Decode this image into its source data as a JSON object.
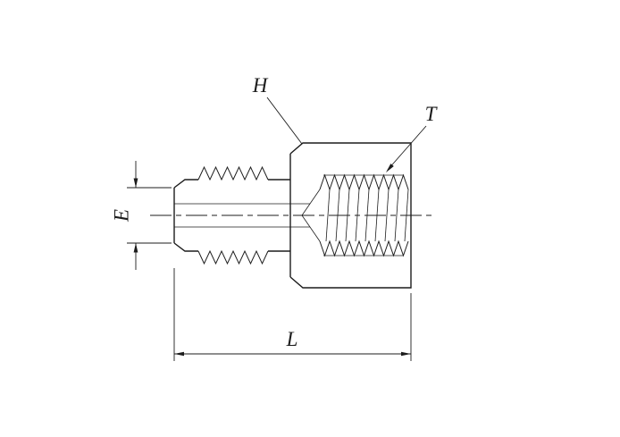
{
  "drawing": {
    "type": "technical-drawing",
    "description": "Sectioned side view of a female pipe-thread adapter fitting with dimension callouts",
    "labels": {
      "hex": "H",
      "thread": "T",
      "tube_end": "E",
      "length": "L"
    },
    "colors": {
      "line": "#1c1c1c",
      "background": "#ffffff"
    }
  }
}
